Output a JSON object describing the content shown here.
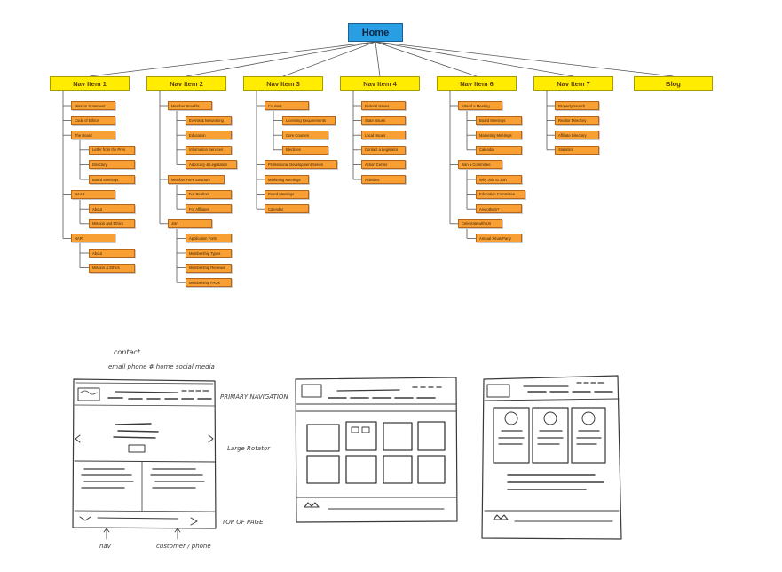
{
  "sitemap": {
    "home": "Home",
    "columns": [
      {
        "label": "Nav Item 1",
        "items": [
          {
            "label": "Mission Statement",
            "level": 1
          },
          {
            "label": "Code of Ethics",
            "level": 1
          },
          {
            "label": "The Board",
            "level": 1
          },
          {
            "label": "Letter from the Pres",
            "level": 2
          },
          {
            "label": "Directory",
            "level": 2
          },
          {
            "label": "Board Meetings",
            "level": 2
          },
          {
            "label": "NAAR",
            "level": 1
          },
          {
            "label": "About",
            "level": 2
          },
          {
            "label": "Mission and Ethics",
            "level": 2
          },
          {
            "label": "NAR",
            "level": 1
          },
          {
            "label": "About",
            "level": 2
          },
          {
            "label": "Mission & Ethics",
            "level": 2
          }
        ]
      },
      {
        "label": "Nav Item 2",
        "items": [
          {
            "label": "Member Benefits",
            "level": 1
          },
          {
            "label": "Events & Networking",
            "level": 2
          },
          {
            "label": "Education",
            "level": 2
          },
          {
            "label": "Information Services",
            "level": 2
          },
          {
            "label": "Advocacy & Legislation",
            "level": 2
          },
          {
            "label": "Member Fees Structure",
            "level": 1
          },
          {
            "label": "For Realtors",
            "level": 2
          },
          {
            "label": "For Affiliates",
            "level": 2
          },
          {
            "label": "Join",
            "level": 1
          },
          {
            "label": "Application Form",
            "level": 2
          },
          {
            "label": "Membership Types",
            "level": 2
          },
          {
            "label": "Membership Renewal",
            "level": 2
          },
          {
            "label": "Membership FAQs",
            "level": 2
          }
        ]
      },
      {
        "label": "Nav Item 3",
        "items": [
          {
            "label": "Courses",
            "level": 1
          },
          {
            "label": "Licensing Requirements",
            "level": 2
          },
          {
            "label": "Core Courses",
            "level": 2
          },
          {
            "label": "Electives",
            "level": 2
          },
          {
            "label": "Professional Development Series",
            "level": 1
          },
          {
            "label": "Marketing Meetings",
            "level": 1
          },
          {
            "label": "Board Meetings",
            "level": 1
          },
          {
            "label": "Calendar",
            "level": 1
          }
        ]
      },
      {
        "label": "Nav Item 4",
        "items": [
          {
            "label": "Federal Issues",
            "level": 1
          },
          {
            "label": "State Issues",
            "level": 1
          },
          {
            "label": "Local Issues",
            "level": 1
          },
          {
            "label": "Contact a Legislator",
            "level": 1
          },
          {
            "label": "Action Center",
            "level": 1
          },
          {
            "label": "Activities",
            "level": 1
          }
        ]
      },
      {
        "label": "Nav Item 6",
        "items": [
          {
            "label": "Attend a Meeting",
            "level": 1
          },
          {
            "label": "Board Meetings",
            "level": 2
          },
          {
            "label": "Marketing Meetings",
            "level": 2
          },
          {
            "label": "Calendar",
            "level": 2
          },
          {
            "label": "Join a Committee",
            "level": 1
          },
          {
            "label": "Why Join to Join",
            "level": 2
          },
          {
            "label": "Education Committee",
            "level": 2
          },
          {
            "label": "Any others?",
            "level": 2
          },
          {
            "label": "Celebrate with Us",
            "level": 1
          },
          {
            "label": "Annual Xmas Party",
            "level": 2
          }
        ]
      },
      {
        "label": "Nav Item 7",
        "items": [
          {
            "label": "Property Search",
            "level": 1
          },
          {
            "label": "Realtor Directory",
            "level": 1
          },
          {
            "label": "Affiliate Directory",
            "level": 1
          },
          {
            "label": "Statistics",
            "level": 1
          }
        ]
      },
      {
        "label": "Blog",
        "items": []
      }
    ]
  },
  "sketches": {
    "annotations": {
      "contact": "contact",
      "top_line": "email phone #  home social media",
      "primary_navigation": "PRIMARY NAVIGATION",
      "large_rotator": "Large Rotator",
      "top_of_page": "TOP OF PAGE",
      "nav": "nav",
      "customer_phone": "customer / phone"
    }
  },
  "colors": {
    "home": "#2a9ee3",
    "nav": "#ffec00",
    "sub": "#f8a033",
    "sketch_stroke": "#3a3a3a"
  }
}
